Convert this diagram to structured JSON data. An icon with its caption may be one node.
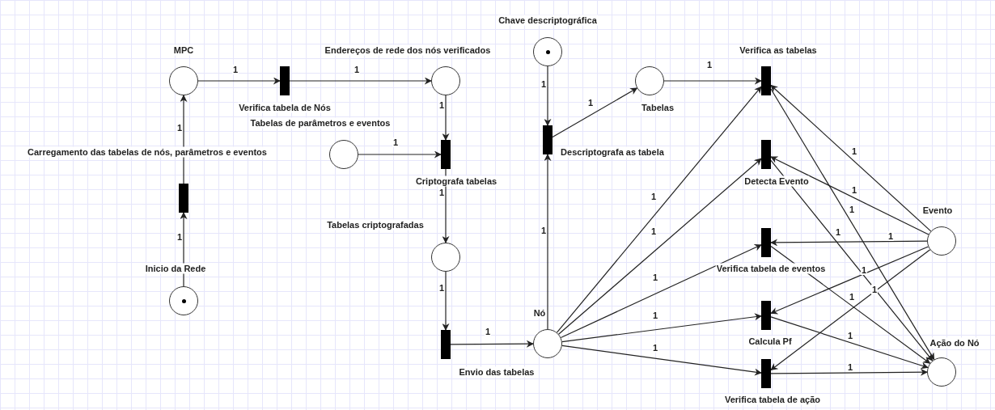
{
  "diagram": {
    "nodes": [
      {
        "text": [
          "Inicio da Rede"
        ]
      },
      {
        "text": [
          "Carregamento das tabelas de nós, parâmetros e eventos"
        ]
      },
      {
        "text": [
          "MPC"
        ]
      },
      {
        "text": [
          "Verifica tabela de Nós"
        ]
      },
      {
        "text": [
          "Endereços de rede dos nós verificados"
        ]
      },
      {
        "text": [
          "Tabelas de parâmetros e eventos"
        ]
      },
      {
        "text": [
          "Criptografa tabelas"
        ]
      },
      {
        "text": [
          "Tabelas criptografadas"
        ]
      },
      {
        "text": [
          "Envio das tabelas"
        ]
      },
      {
        "text": [
          "Nó"
        ]
      },
      {
        "text": [
          "Chave descriptográfica"
        ]
      },
      {
        "text": [
          "Descriptografa as tabela"
        ]
      },
      {
        "text": [
          "Tabelas"
        ]
      },
      {
        "text": [
          "Verifica as tabelas"
        ]
      },
      {
        "text": [
          "Detecta Evento"
        ]
      },
      {
        "text": [
          "Verifica tabela de eventos"
        ]
      },
      {
        "text": [
          "Calcula Pf"
        ]
      },
      {
        "text": [
          "Verifica tabela de ação"
        ]
      },
      {
        "text": [
          "Evento"
        ]
      },
      {
        "text": [
          "Ação do Nó"
        ]
      }
    ],
    "edges": [
      {
        "from": 0,
        "to": 1,
        "arrow": "to",
        "label": "1"
      },
      {
        "from": 1,
        "to": 2,
        "arrow": "to",
        "label": "1"
      },
      {
        "from": 2,
        "to": 3,
        "arrow": "to",
        "label": "1"
      },
      {
        "from": 3,
        "to": 4,
        "arrow": "to",
        "label": "1"
      },
      {
        "from": 4,
        "to": 6,
        "arrow": "to",
        "label": "1"
      },
      {
        "from": 5,
        "to": 6,
        "arrow": "to",
        "label": "1"
      },
      {
        "from": 6,
        "to": 7,
        "arrow": "to",
        "label": "1"
      },
      {
        "from": 7,
        "to": 8,
        "arrow": "to",
        "label": "1"
      },
      {
        "from": 8,
        "to": 9,
        "arrow": "to",
        "label": "1"
      },
      {
        "from": 9,
        "to": 11,
        "arrow": "to",
        "label": "1"
      },
      {
        "from": 10,
        "to": 11,
        "arrow": "to",
        "label": "1"
      },
      {
        "from": 11,
        "to": 12,
        "arrow": "to",
        "label": "1"
      },
      {
        "from": 12,
        "to": 13,
        "arrow": "to",
        "label": "1"
      },
      {
        "from": 9,
        "to": 13,
        "arrow": "to",
        "label": "1"
      },
      {
        "from": 9,
        "to": 14,
        "arrow": "to",
        "label": "1"
      },
      {
        "from": 9,
        "to": 15,
        "arrow": "to",
        "label": "1"
      },
      {
        "from": 9,
        "to": 16,
        "arrow": "to",
        "label": "1"
      },
      {
        "from": 9,
        "to": 17,
        "arrow": "to",
        "label": "1"
      },
      {
        "from": 18,
        "to": 13,
        "arrow": "to",
        "label": "1"
      },
      {
        "from": 18,
        "to": 14,
        "arrow": "to",
        "label": "1"
      },
      {
        "from": 18,
        "to": 15,
        "arrow": "to",
        "label": "1"
      },
      {
        "from": 18,
        "to": 16,
        "arrow": "to",
        "label": "1"
      },
      {
        "from": 18,
        "to": 17,
        "arrow": "to",
        "label": "1"
      },
      {
        "from": 13,
        "to": 19,
        "arrow": "to",
        "label": "1"
      },
      {
        "from": 14,
        "to": 19,
        "arrow": "to",
        "label": "1"
      },
      {
        "from": 15,
        "to": 19,
        "arrow": "to",
        "label": "1"
      },
      {
        "from": 16,
        "to": 19,
        "arrow": "to",
        "label": "1"
      },
      {
        "from": 17,
        "to": 19,
        "arrow": "to",
        "label": "1"
      }
    ]
  }
}
